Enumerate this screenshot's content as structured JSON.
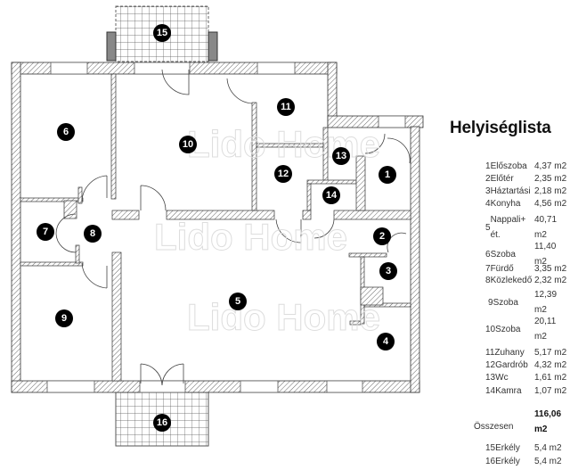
{
  "watermark": "Lido Home",
  "room_markers": [
    "1",
    "2",
    "3",
    "4",
    "5",
    "6",
    "7",
    "8",
    "9",
    "10",
    "11",
    "12",
    "13",
    "14",
    "15",
    "16"
  ],
  "room_list": {
    "title": "Helyiséglista",
    "rooms": [
      {
        "no": "1",
        "name": "Előszoba",
        "area": "4,37 m2"
      },
      {
        "no": "2",
        "name": "Előtér",
        "area": "2,35 m2"
      },
      {
        "no": "3",
        "name": "Háztartási",
        "area": "2,18 m2"
      },
      {
        "no": "4",
        "name": "Konyha",
        "area": "4,56 m2"
      },
      {
        "no": "5",
        "name": "Nappali+ ét.",
        "area": "40,71 m2"
      },
      {
        "no": "6",
        "name": "Szoba",
        "area": "11,40 m2"
      },
      {
        "no": "7",
        "name": "Fürdő",
        "area": "3,35 m2"
      },
      {
        "no": "8",
        "name": "Közlekedő",
        "area": "2,32 m2"
      },
      {
        "no": "9",
        "name": "Szoba",
        "area": "12,39 m2"
      },
      {
        "no": "10",
        "name": "Szoba",
        "area": "20,11 m2"
      },
      {
        "no": "11",
        "name": "Zuhany",
        "area": "5,17 m2"
      },
      {
        "no": "12",
        "name": "Gardrób",
        "area": "4,32 m2"
      },
      {
        "no": "13",
        "name": "Wc",
        "area": "1,61 m2"
      },
      {
        "no": "14",
        "name": "Kamra",
        "area": "1,07 m2"
      }
    ],
    "total_label": "Összesen",
    "total_value": "116,06 m2",
    "balconies": [
      {
        "no": "15",
        "name": "Erkély",
        "area": "5,4 m2"
      },
      {
        "no": "16",
        "name": "Erkély",
        "area": "5,4 m2"
      }
    ]
  }
}
